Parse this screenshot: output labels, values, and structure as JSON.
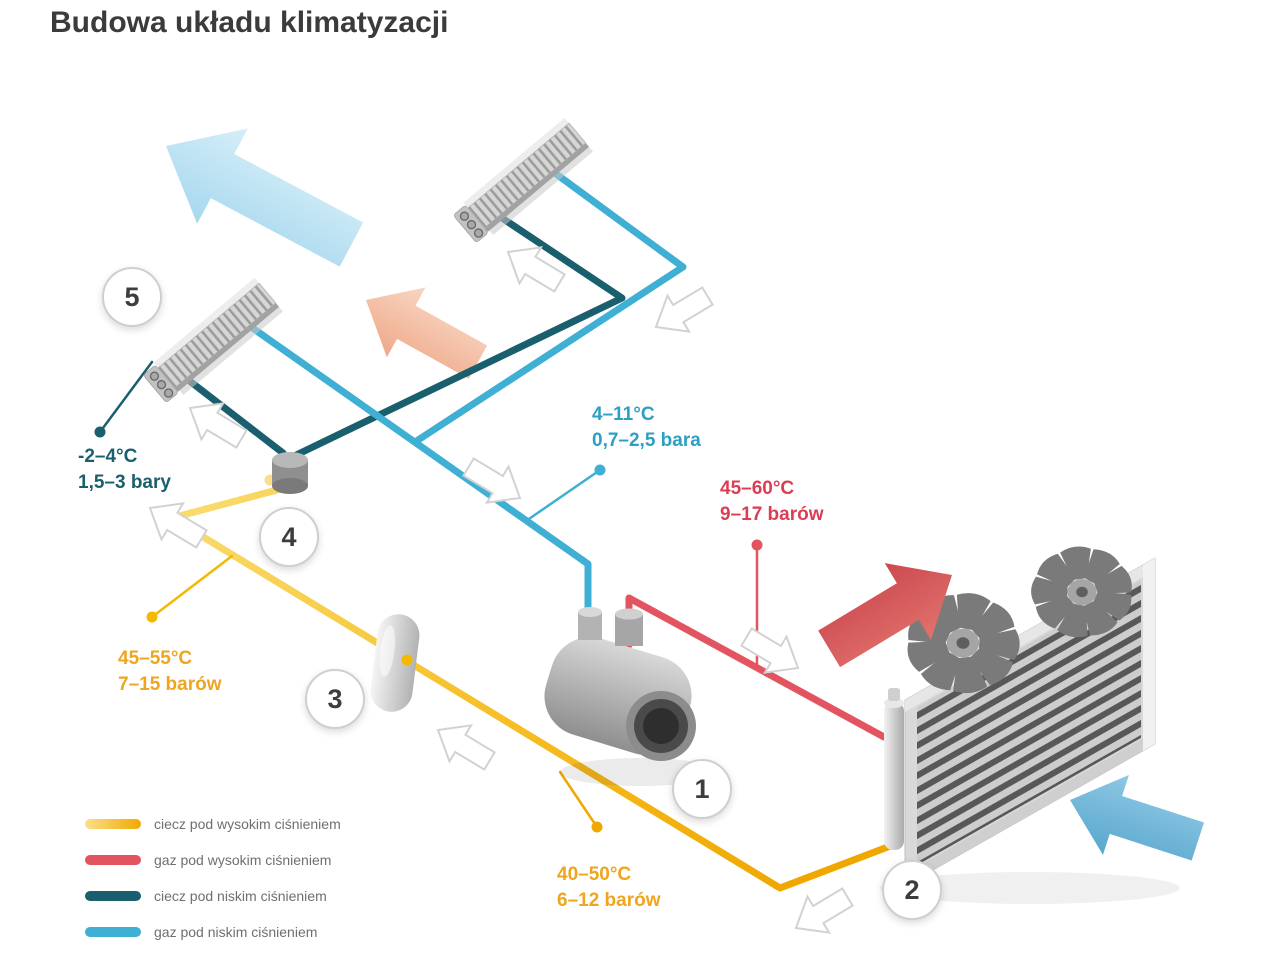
{
  "title": "Budowa układu klimatyzacji",
  "colors": {
    "liquid_high": "#F5B800",
    "liquid_high_light": "#FBE08A",
    "liquid_high_deep": "#F0A800",
    "gas_high": "#E25560",
    "liquid_low": "#1A5F6E",
    "gas_low": "#3FAFD4",
    "label_teal": "#1A5F6E",
    "label_blue": "#2E9FC4",
    "label_red": "#DC3D52",
    "label_orange": "#EFA51F",
    "air_cold": "#B5DFF0",
    "air_warm": "#F4BEA2",
    "air_hot": "#D95159",
    "air_intake": "#6FB8DC"
  },
  "markers": {
    "compressor": "1",
    "condenser": "2",
    "dryer": "3",
    "expansion_valve": "4",
    "evaporator": "5"
  },
  "labels": {
    "low_pressure_liquid": {
      "temp": "-2–4°C",
      "pressure": "1,5–3 bary"
    },
    "low_pressure_gas": {
      "temp": "4–11°C",
      "pressure": "0,7–2,5 bara"
    },
    "high_pressure_gas": {
      "temp": "45–60°C",
      "pressure": "9–17 barów"
    },
    "high_pressure_liquid": {
      "temp": "45–55°C",
      "pressure": "7–15 barów"
    },
    "high_pressure_liquid_condenser": {
      "temp": "40–50°C",
      "pressure": "6–12 barów"
    }
  },
  "legend": [
    {
      "id": "liquid-high-pressure",
      "label": "ciecz pod wysokim ciśnieniem",
      "color": "#F5B800"
    },
    {
      "id": "gas-high-pressure",
      "label": "gaz pod wysokim ciśnieniem",
      "color": "#E25560"
    },
    {
      "id": "liquid-low-pressure",
      "label": "ciecz pod niskim ciśnieniem",
      "color": "#1A5F6E"
    },
    {
      "id": "gas-low-pressure",
      "label": "gaz pod niskim ciśnieniem",
      "color": "#3FAFD4"
    }
  ]
}
